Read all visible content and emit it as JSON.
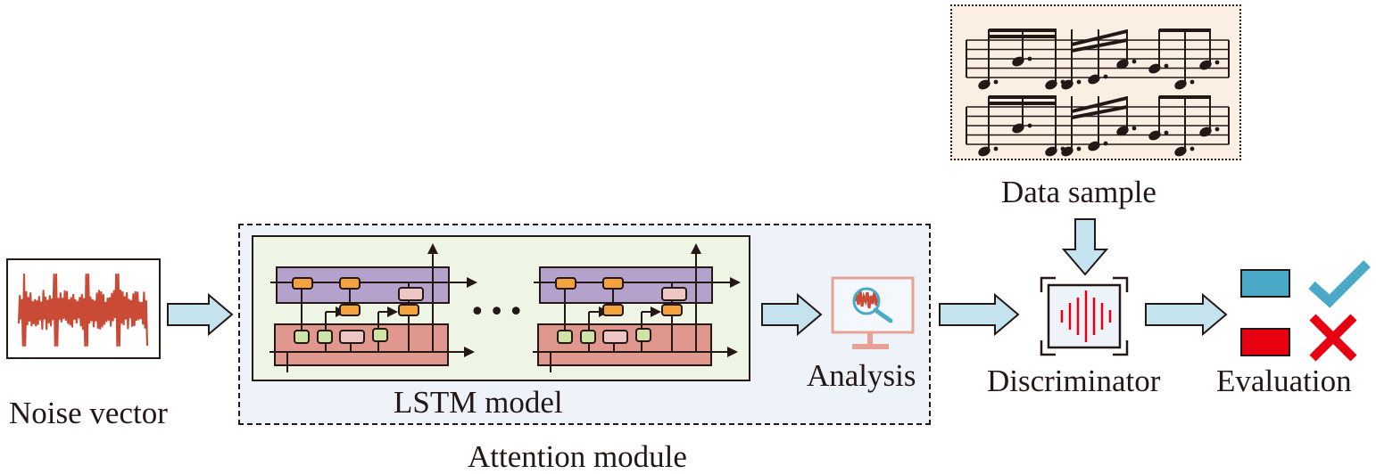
{
  "diagram": {
    "type": "pipeline",
    "description": "Music generation GAN pipeline with attention-based LSTM generator",
    "nodes": {
      "noise_vector": {
        "label": "Noise vector",
        "icon": "noise-waveform-icon"
      },
      "attention_module": {
        "label": "Attention module"
      },
      "lstm_model": {
        "label": "LSTM model",
        "cell_count_shown": 2,
        "ellipsis": "•••"
      },
      "analysis": {
        "label": "Analysis",
        "icon": "monitor-magnifier-icon"
      },
      "data_sample": {
        "label": "Data sample",
        "icon": "sheet-music-icon"
      },
      "discriminator": {
        "label": "Discriminator",
        "icon": "waveform-frame-icon"
      },
      "evaluation": {
        "label": "Evaluation",
        "outcomes": [
          {
            "name": "real",
            "icon": "check-icon",
            "color": "#4ba9c8"
          },
          {
            "name": "fake",
            "icon": "cross-icon",
            "color": "#e60012"
          }
        ]
      }
    },
    "edges": [
      {
        "from": "noise_vector",
        "to": "lstm_model"
      },
      {
        "from": "lstm_model",
        "to": "analysis"
      },
      {
        "from": "analysis",
        "to": "discriminator"
      },
      {
        "from": "data_sample",
        "to": "discriminator"
      },
      {
        "from": "discriminator",
        "to": "evaluation"
      }
    ],
    "colors": {
      "arrow_fill": "#c4e3ee",
      "noise_wave": "#c94a35",
      "attention_bg": "#eef3f9",
      "lstm_bg": "#eef5e4",
      "upper_layer": "#b4a1cc",
      "lower_layer": "#df978e",
      "gate_orange": "#f4a23e",
      "gate_green": "#cfe3a6",
      "gate_pink": "#eec6c3",
      "sheet_bg": "#fbeee2",
      "analysis_frame": "#e8a197",
      "magnifier": "#4ba9c8",
      "disc_wave": "#e60012"
    }
  }
}
